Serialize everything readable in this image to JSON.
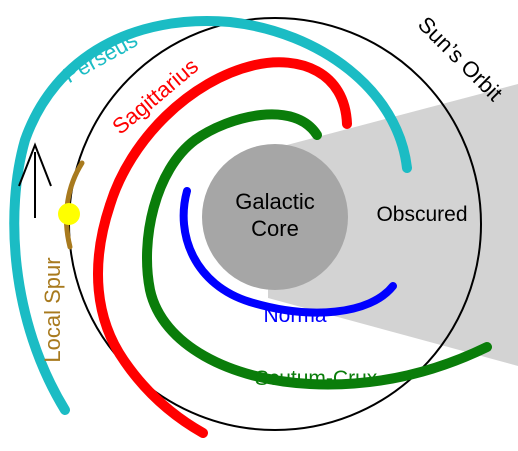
{
  "diagram": {
    "labels": {
      "galactic_core_line1": "Galactic",
      "galactic_core_line2": "Core",
      "obscured": "Obscured",
      "suns_orbit": "Sun’s Orbit",
      "perseus": "Perseus",
      "sagittarius": "Sagittarius",
      "norma": "Norma",
      "scutum_crux": "Scutum-Crux",
      "local_spur": "Local Spur"
    },
    "colors": {
      "perseus_arm": "#1bbcc4",
      "sagittarius_arm": "#ff0000",
      "scutum_crux_arm": "#0a7d0a",
      "norma_arm": "#0000ff",
      "local_spur_arm": "#a87a1e",
      "galactic_core": "#a6a6a6",
      "obscured_region": "#d3d3d3",
      "sun": "#ffff00",
      "orbit": "#000000"
    },
    "icons": {
      "sun": "sun-dot-icon",
      "direction": "direction-arrow-icon"
    }
  }
}
